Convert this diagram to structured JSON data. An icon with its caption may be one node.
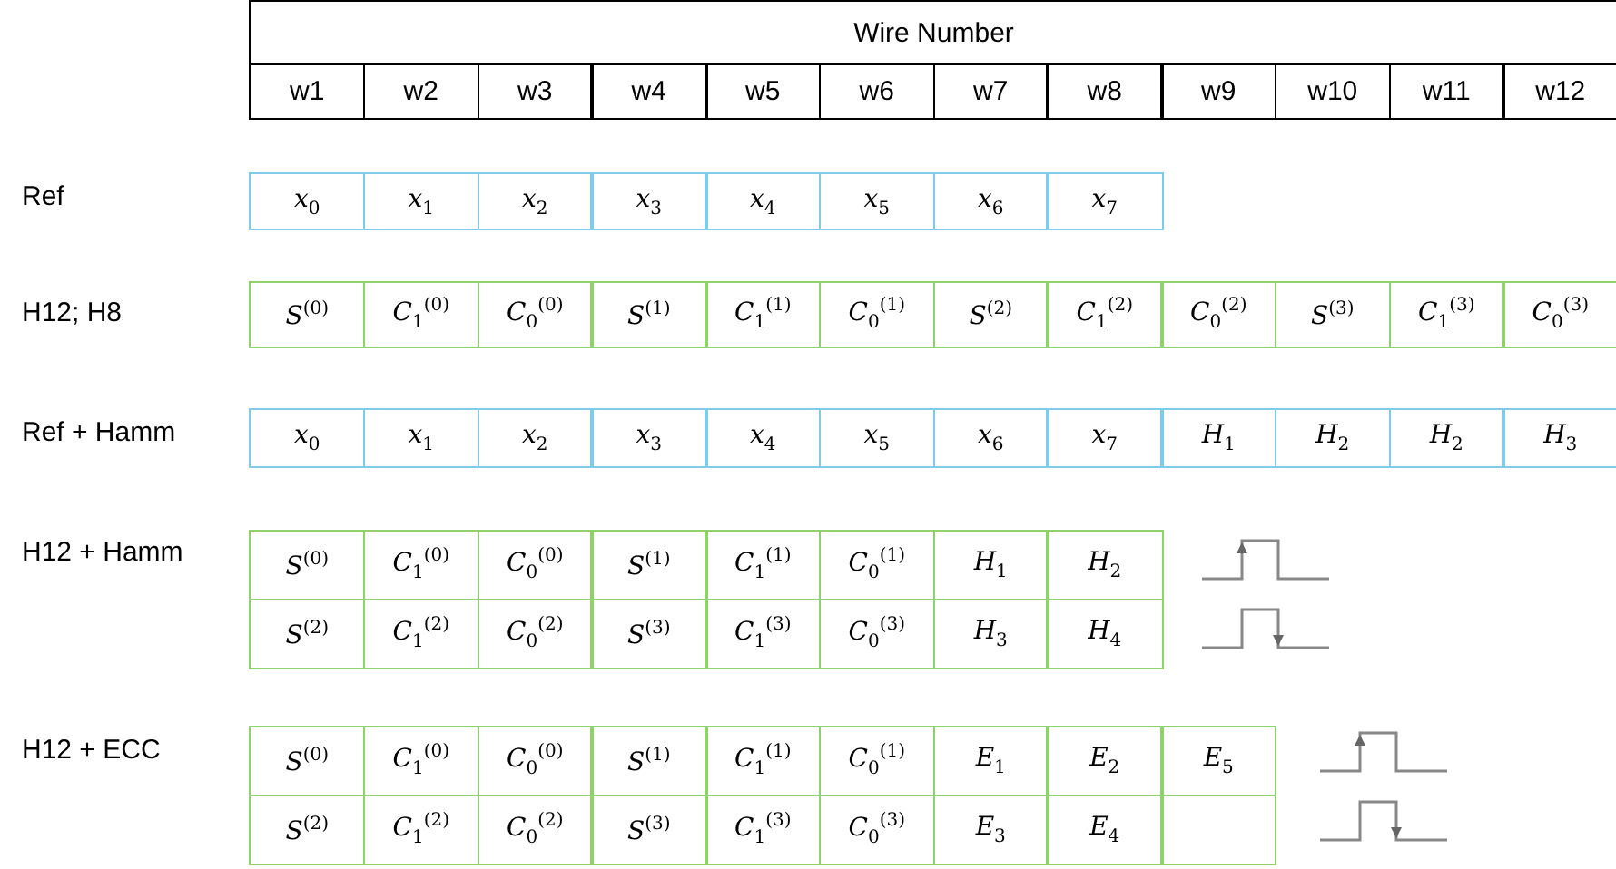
{
  "diagram": {
    "labels": [
      "Wire Number",
      "w1",
      "w2",
      "w3",
      "w4",
      "w5",
      "w6",
      "w7",
      "w8",
      "w9",
      "w10",
      "w11",
      "w12",
      "Ref",
      "*x*$_{0}$",
      "*x*$_{1}$",
      "*x*$_{2}$",
      "*x*$_{3}$",
      "*x*$_{4}$",
      "*x*$_{5}$",
      "*x*$_{6}$",
      "*x*$_{7}$",
      "H12; H8",
      "*S*$^{(0)}$",
      "*C*$_{1}$$^{(0)}$",
      "*C*$_{0}$$^{(0)}$",
      "*S*$^{(1)}$",
      "*C*$_{1}$$^{(1)}$",
      "*C*$_{0}$$^{(1)}$",
      "*S*$^{(2)}$",
      "*C*$_{1}$$^{(2)}$",
      "*C*$_{0}$$^{(2)}$",
      "*S*$^{(3)}$",
      "*C*$_{1}$$^{(3)}$",
      "*C*$_{0}$$^{(3)}$",
      "Ref + Hamm",
      "*x*$_{0}$",
      "*x*$_{1}$",
      "*x*$_{2}$",
      "*x*$_{3}$",
      "*x*$_{4}$",
      "*x*$_{5}$",
      "*x*$_{6}$",
      "*x*$_{7}$",
      "*H*$_{1}$",
      "*H*$_{2}$",
      "*H*$_{2}$",
      "*H*$_{3}$",
      "H12 + Hamm",
      "*S*$^{(0)}$",
      "*C*$_{1}$$^{(0)}$",
      "*C*$_{0}$$^{(0)}$",
      "*S*$^{(1)}$",
      "*C*$_{1}$$^{(1)}$",
      "*C*$_{0}$$^{(1)}$",
      "*H*$_{1}$",
      "*H*$_{2}$",
      "*S*$^{(2)}$",
      "*C*$_{1}$$^{(2)}$",
      "*C*$_{0}$$^{(2)}$",
      "*S*$^{(3)}$",
      "*C*$_{1}$$^{(3)}$",
      "*C*$_{0}$$^{(3)}$",
      "*H*$_{3}$",
      "*H*$_{4}$",
      "H12 + ECC",
      "*S*$^{(0)}$",
      "*C*$_{1}$$^{(0)}$",
      "*C*$_{0}$$^{(0)}$",
      "*S*$^{(1)}$",
      "*C*$_{1}$$^{(1)}$",
      "*C*$_{0}$$^{(1)}$",
      "*E*$_{1}$",
      "*E*$_{2}$",
      "*E*$_{5}$",
      "*S*$^{(2)}$",
      "*C*$_{1}$$^{(2)}$",
      "*C*$_{0}$$^{(2)}$",
      "*S*$^{(3)}$",
      "*C*$_{1}$$^{(3)}$",
      "*C*$_{0}$$^{(3)}$",
      "*E*$_{3}$",
      "*E*$_{4}$"
    ]
  }
}
